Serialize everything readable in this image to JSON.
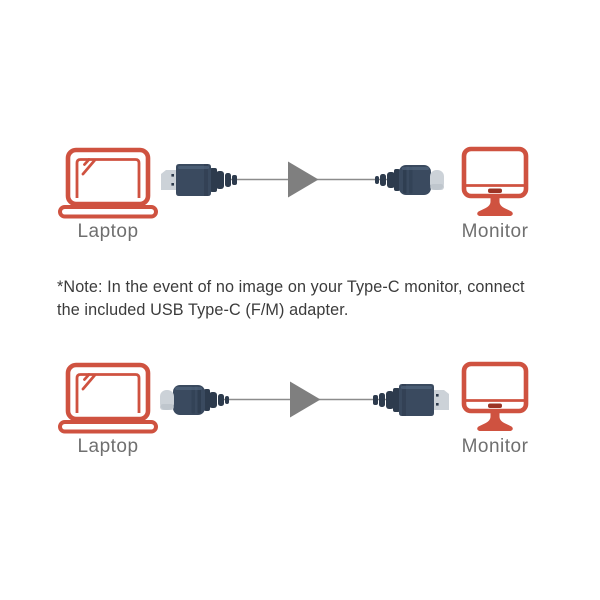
{
  "diagram": {
    "rows": [
      {
        "source": {
          "icon": "laptop-icon",
          "label": "Laptop"
        },
        "source_connector": "displayport-plug-icon",
        "arrow": "arrow-right-icon",
        "target_connector": "usb-c-plug-icon",
        "target": {
          "icon": "monitor-icon",
          "label": "Monitor"
        }
      },
      {
        "source": {
          "icon": "laptop-icon",
          "label": "Laptop"
        },
        "source_connector": "usb-c-plug-icon",
        "arrow": "arrow-right-icon",
        "target_connector": "displayport-plug-icon",
        "target": {
          "icon": "monitor-icon",
          "label": "Monitor"
        }
      }
    ],
    "note": {
      "lines": [
        "*Note: In the event of no image on your Type-C monitor, connect",
        "the included USB Type-C (F/M) adapter."
      ]
    }
  },
  "colors": {
    "background": "#ffffff",
    "accent_orange": "#cf5240",
    "monitor_dash": "#9b3425",
    "connector_navy": "#3a4a5f",
    "connector_dark": "#2d3b4d",
    "connector_tip": "#ccd2d8",
    "arrow_gray": "#7f7f7f",
    "cable_gray": "#8c8c8c",
    "label_gray": "#6f6f6f",
    "note_text": "#3b3b3b"
  }
}
